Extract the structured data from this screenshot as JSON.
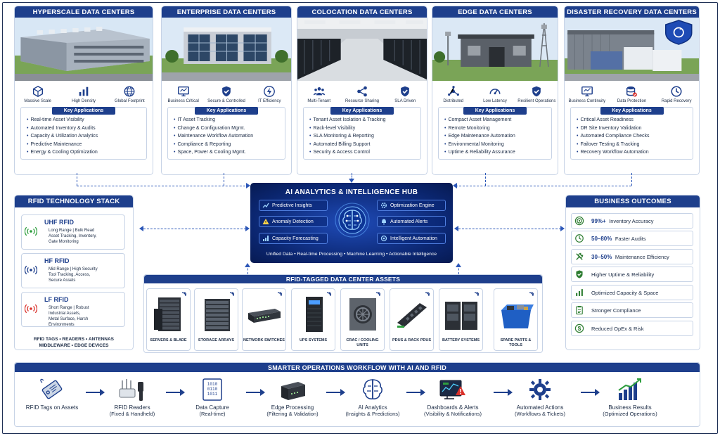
{
  "columns": [
    {
      "title": "HYPERSCALE DATA CENTERS",
      "icons": [
        {
          "icon": "cube-icon",
          "label": "Massive Scale"
        },
        {
          "icon": "bar-chart-icon",
          "label": "High Density"
        },
        {
          "icon": "globe-icon",
          "label": "Global Footprint"
        }
      ],
      "apps_title": "Key Applications",
      "apps": [
        "Real-time Asset Visibility",
        "Automated Inventory & Audits",
        "Capacity & Utilization Analytics",
        "Predictive Maintenance",
        "Energy & Cooling Optimization"
      ]
    },
    {
      "title": "ENTERPRISE DATA CENTERS",
      "icons": [
        {
          "icon": "monitor-icon",
          "label": "Business Critical"
        },
        {
          "icon": "shield-check-icon",
          "label": "Secure & Controlled"
        },
        {
          "icon": "bolt-icon",
          "label": "IT Efficiency"
        }
      ],
      "apps_title": "Key Applications",
      "apps": [
        "IT Asset Tracking",
        "Change & Configuration Mgmt.",
        "Maintenance Workflow Automation",
        "Compliance & Reporting",
        "Space, Power & Cooling Mgmt."
      ]
    },
    {
      "title": "COLOCATION DATA CENTERS",
      "icons": [
        {
          "icon": "users-icon",
          "label": "Multi-Tenant"
        },
        {
          "icon": "share-icon",
          "label": "Resource Sharing"
        },
        {
          "icon": "shield-check-icon",
          "label": "SLA Driven"
        }
      ],
      "apps_title": "Key Applications",
      "apps": [
        "Tenant Asset Isolation & Tracking",
        "Rack-level Visibility",
        "SLA Monitoring & Reporting",
        "Automated Billing Support",
        "Security & Access Control"
      ]
    },
    {
      "title": "EDGE DATA CENTERS",
      "icons": [
        {
          "icon": "network-icon",
          "label": "Distributed"
        },
        {
          "icon": "gauge-icon",
          "label": "Low Latency"
        },
        {
          "icon": "shield-check-icon",
          "label": "Resilient Operations"
        }
      ],
      "apps_title": "Key Applications",
      "apps": [
        "Compact Asset Management",
        "Remote Monitoring",
        "Edge Maintenance Automation",
        "Environmental Monitoring",
        "Uptime & Reliability Assurance"
      ]
    },
    {
      "title": "DISASTER RECOVERY DATA CENTERS",
      "icons": [
        {
          "icon": "monitor-icon",
          "label": "Business Continuity"
        },
        {
          "icon": "database-icon",
          "label": "Data Protection"
        },
        {
          "icon": "clock-icon",
          "label": "Rapid Recovery"
        }
      ],
      "apps_title": "Key Applications",
      "apps": [
        "Critical Asset Readiness",
        "DR Site Inventory Validation",
        "Automated Compliance Checks",
        "Failover Testing & Tracking",
        "Recovery Workflow Automation"
      ]
    }
  ],
  "rfid": {
    "title": "RFID TECHNOLOGY STACK",
    "types": [
      {
        "name": "UHF RFID",
        "range": "Long Range | Bulk Read",
        "desc1": "Asset Tracking, Inventory,",
        "desc2": "Gate Monitoring",
        "desc3": "",
        "color": "#2e9e3e"
      },
      {
        "name": "HF RFID",
        "range": "Mid Range | High Security",
        "desc1": "Tool Tracking, Access,",
        "desc2": "Secure Assets",
        "desc3": "",
        "color": "#1e3f8c"
      },
      {
        "name": "LF RFID",
        "range": "Short Range | Robust",
        "desc1": "Industrial Assets,",
        "desc2": "Metal Surface, Harsh",
        "desc3": "Environments",
        "color": "#d9312b"
      }
    ],
    "footer1": "RFID TAGS  •  READERS  •  ANTENNAS",
    "footer2": "MIDDLEWARE  •  EDGE DEVICES"
  },
  "hub": {
    "title": "AI ANALYTICS & INTELLIGENCE HUB",
    "left": [
      "Predictive Insights",
      "Anomaly Detection",
      "Capacity Forecasting"
    ],
    "right": [
      "Optimization Engine",
      "Automated Alerts",
      "Intelligent Automation"
    ],
    "footer": "Unified Data  •  Real-time Processing  •  Machine Learning  •  Actionable Intelligence"
  },
  "outcomes": {
    "title": "BUSINESS OUTCOMES",
    "items": [
      {
        "bold": "99%+",
        "text": "Inventory Accuracy",
        "icon": "target-icon"
      },
      {
        "bold": "50–80%",
        "text": "Faster Audits",
        "icon": "clock-icon"
      },
      {
        "bold": "30–50%",
        "text": "Maintenance Efficiency",
        "icon": "wrench-icon"
      },
      {
        "bold": "",
        "text": "Higher Uptime & Reliability",
        "icon": "shield-check-icon"
      },
      {
        "bold": "",
        "text": "Optimized Capacity & Space",
        "icon": "bar-chart-icon"
      },
      {
        "bold": "",
        "text": "Stronger Compliance",
        "icon": "clipboard-icon"
      },
      {
        "bold": "",
        "text": "Reduced OpEx & Risk",
        "icon": "dollar-icon"
      }
    ]
  },
  "assets": {
    "title": "RFID-TAGGED DATA CENTER ASSETS",
    "items": [
      {
        "l1": "SERVERS & BLADE",
        "l2": ""
      },
      {
        "l1": "STORAGE ARRAYS",
        "l2": ""
      },
      {
        "l1": "NETWORK SWITCHES",
        "l2": ""
      },
      {
        "l1": "UPS SYSTEMS",
        "l2": ""
      },
      {
        "l1": "CRAC / COOLING",
        "l2": "UNITS"
      },
      {
        "l1": "PDUS & RACK PDUS",
        "l2": ""
      },
      {
        "l1": "BATTERY SYSTEMS",
        "l2": ""
      },
      {
        "l1": "SPARE PARTS &",
        "l2": "TOOLS"
      }
    ]
  },
  "workflow": {
    "title": "SMARTER OPERATIONS WORKFLOW WITH AI AND RFID",
    "steps": [
      {
        "a": "RFID Tags on Assets",
        "b": ""
      },
      {
        "a": "RFID Readers",
        "b": "(Fixed & Handheld)"
      },
      {
        "a": "Data Capture",
        "b": "(Real-time)"
      },
      {
        "a": "Edge Processing",
        "b": "(Filtering & Validation)"
      },
      {
        "a": "AI Analytics",
        "b": "(Insights & Predictions)"
      },
      {
        "a": "Dashboards & Alerts",
        "b": "(Visibility & Notifications)"
      },
      {
        "a": "Automated Actions",
        "b": "(Workflows & Tickets)"
      },
      {
        "a": "Business Results",
        "b": "(Optimized Operations)"
      }
    ]
  }
}
